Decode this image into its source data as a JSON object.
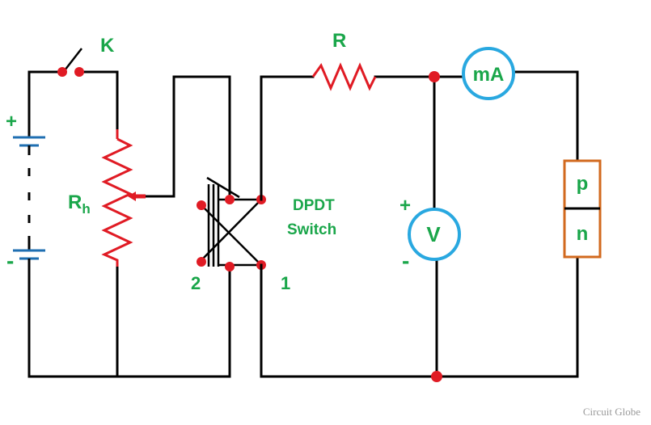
{
  "labels": {
    "key": "K",
    "rheostat": "R",
    "rheostat_sub": "h",
    "resistor": "R",
    "milliammeter": "mA",
    "voltmeter": "V",
    "switch_line1": "DPDT",
    "switch_line2": "Switch",
    "switch_pos1": "1",
    "switch_pos2": "2",
    "p_region": "p",
    "n_region": "n",
    "battery_plus": "+",
    "battery_minus": "-",
    "voltmeter_plus": "+",
    "voltmeter_minus": "-"
  },
  "watermark": "Circuit Globe",
  "colors": {
    "wire": "#000000",
    "resistor": "#e01b24",
    "node": "#e01b24",
    "meter_ring": "#29a8e0",
    "battery": "#1f6fb2",
    "label_green": "#1aa64a",
    "diode_box": "#d2691e",
    "watermark": "#9a9a9a"
  }
}
